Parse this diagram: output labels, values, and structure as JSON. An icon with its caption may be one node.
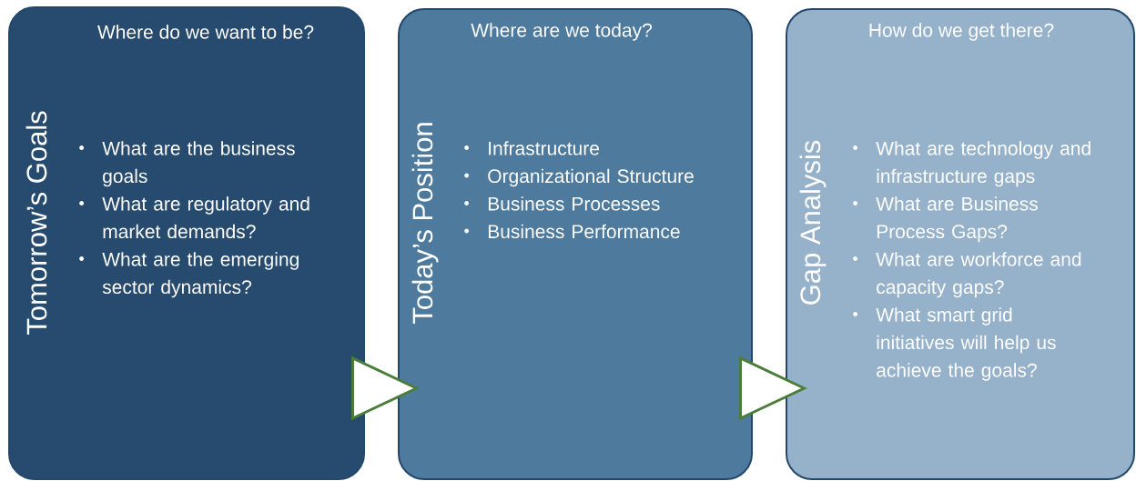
{
  "diagram": {
    "nodes": [
      {
        "text": [
          "Where do we want to be?",
          "Tomorrow’s Goals",
          "What are the business goals",
          "What are regulatory and market demands?",
          "What are the emerging sector dynamics?"
        ]
      },
      {
        "text": [
          "Where are we today?",
          "Today’s Position",
          "Infrastructure",
          "Organizational Structure",
          "Business Processes",
          "Business Performance"
        ]
      },
      {
        "text": [
          "How do we get there?",
          "Gap Analysis",
          "What are technology and infrastructure gaps",
          "What are Business Process Gaps?",
          "What are workforce and capacity gaps?",
          "What smart grid initiatives will help us achieve the goals?"
        ]
      }
    ],
    "edges": [
      {
        "from": 0,
        "to": 1,
        "arrow": "to"
      },
      {
        "from": 1,
        "to": 2,
        "arrow": "to"
      }
    ]
  }
}
